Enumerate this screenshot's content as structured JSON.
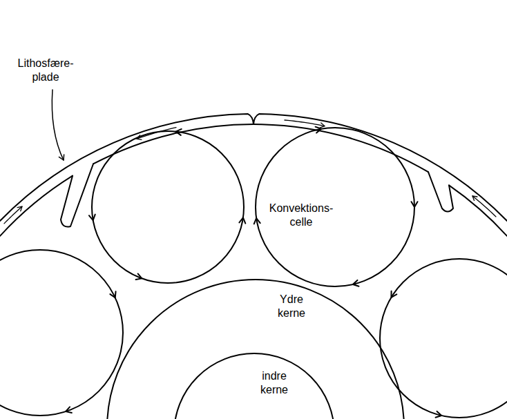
{
  "diagram": {
    "nodes": [
      {
        "text": [
          "Konvektions- celle"
        ]
      },
      {
        "text": [
          "Ydre kerne"
        ]
      },
      {
        "text": [
          "indre kerne"
        ],
        "in": 1
      }
    ],
    "labels": [
      "Lithosfære- plade"
    ]
  }
}
